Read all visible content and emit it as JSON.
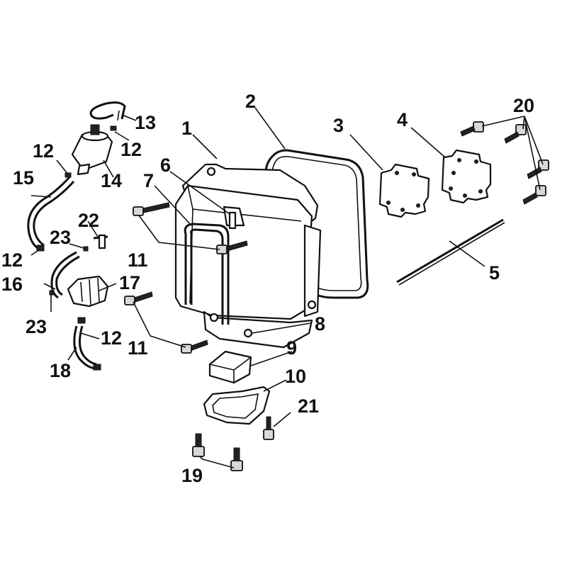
{
  "callouts": [
    {
      "id": "l1",
      "text": "1"
    },
    {
      "id": "l2",
      "text": "2"
    },
    {
      "id": "l3",
      "text": "3"
    },
    {
      "id": "l4",
      "text": "4"
    },
    {
      "id": "l5",
      "text": "5"
    },
    {
      "id": "l6",
      "text": "6"
    },
    {
      "id": "l7",
      "text": "7"
    },
    {
      "id": "l8",
      "text": "8"
    },
    {
      "id": "l9",
      "text": "9"
    },
    {
      "id": "l10",
      "text": "10"
    },
    {
      "id": "l11a",
      "text": "11"
    },
    {
      "id": "l11b",
      "text": "11"
    },
    {
      "id": "l12a",
      "text": "12"
    },
    {
      "id": "l12b",
      "text": "12"
    },
    {
      "id": "l12c",
      "text": "12"
    },
    {
      "id": "l12d",
      "text": "12"
    },
    {
      "id": "l13",
      "text": "13"
    },
    {
      "id": "l14",
      "text": "14"
    },
    {
      "id": "l15",
      "text": "15"
    },
    {
      "id": "l16",
      "text": "16"
    },
    {
      "id": "l17",
      "text": "17"
    },
    {
      "id": "l18",
      "text": "18"
    },
    {
      "id": "l19",
      "text": "19"
    },
    {
      "id": "l20",
      "text": "20"
    },
    {
      "id": "l21",
      "text": "21"
    },
    {
      "id": "l22",
      "text": "22"
    },
    {
      "id": "l23a",
      "text": "23"
    },
    {
      "id": "l23b",
      "text": "23"
    }
  ],
  "colors": {
    "ink": "#111111",
    "background": "#ffffff"
  }
}
